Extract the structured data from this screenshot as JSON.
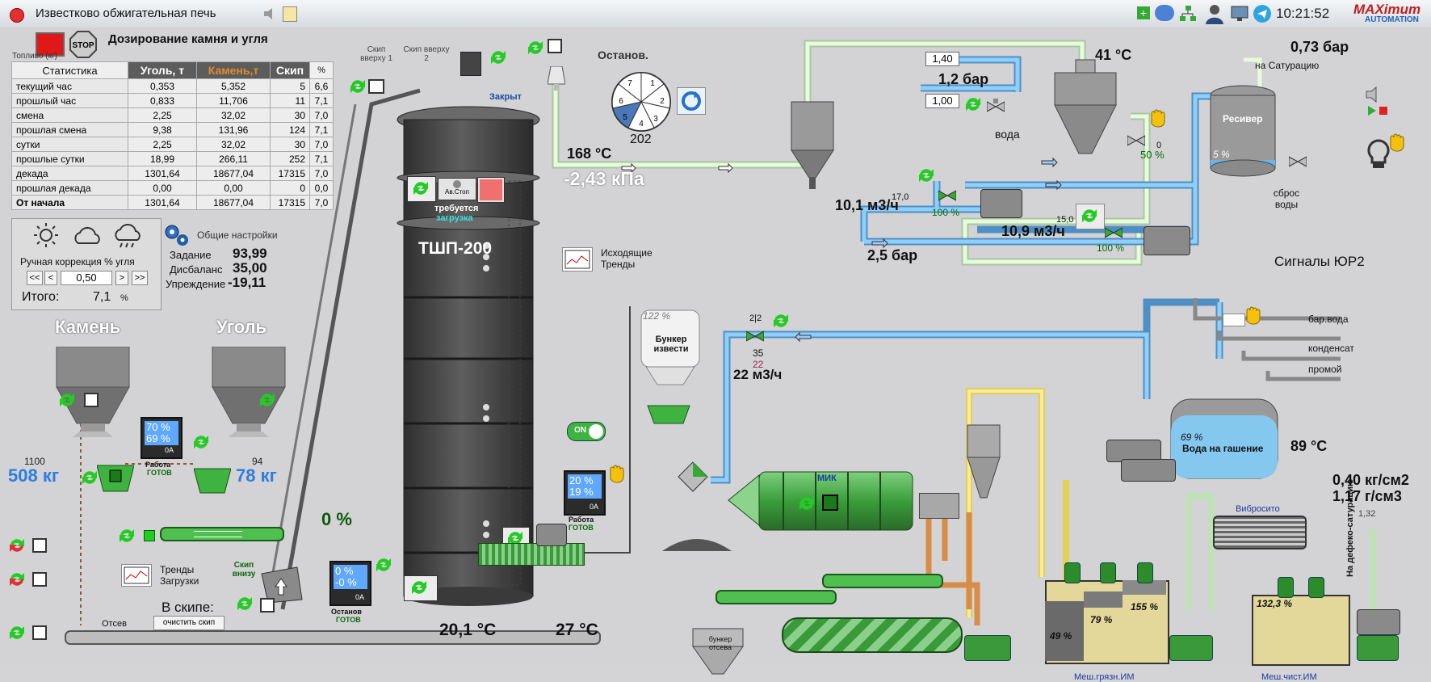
{
  "window": {
    "title": "Известково обжигательная печь",
    "clock": "10:21:52",
    "brand_line1": "MAXimum",
    "brand_line2": "AUTOMATION"
  },
  "header": {
    "dosing_title": "Дозирование камня и угля",
    "stop_label": "STOP",
    "fuel_label": "Топливо (кг)"
  },
  "stats": {
    "headers": [
      "Статистика",
      "Уголь, т",
      "Камень,т",
      "Скип",
      "%"
    ],
    "rows": [
      [
        "текущий час",
        "0,353",
        "5,352",
        "5",
        "6,6"
      ],
      [
        "прошлый час",
        "0,833",
        "11,706",
        "11",
        "7,1"
      ],
      [
        "смена",
        "2,25",
        "32,02",
        "30",
        "7,0"
      ],
      [
        "прошлая смена",
        "9,38",
        "131,96",
        "124",
        "7,1"
      ],
      [
        "сутки",
        "2,25",
        "32,02",
        "30",
        "7,0"
      ],
      [
        "прошлые сутки",
        "18,99",
        "266,11",
        "252",
        "7,1"
      ],
      [
        "декада",
        "1301,64",
        "18677,04",
        "17315",
        "7,0"
      ],
      [
        "прошлая декада",
        "0,00",
        "0,00",
        "0",
        "0,0"
      ],
      [
        "От начала",
        "1301,64",
        "18677,04",
        "17315",
        "7,0"
      ]
    ]
  },
  "correction": {
    "label": "Ручная коррекция % угля",
    "value": "0,50",
    "btn_ll": "<<",
    "btn_l": "<",
    "btn_r": ">",
    "btn_rr": ">>",
    "total_label": "Итого:",
    "total_value": "7,1",
    "total_unit": "%"
  },
  "settings": {
    "title": "Общие настройки",
    "task_label": "Задание",
    "task_value": "93,99",
    "imbalance_label": "Дисбаланс",
    "imbalance_value": "35,00",
    "lead_label": "Упреждение",
    "lead_value": "-19,11"
  },
  "dosing": {
    "stone_title": "Камень",
    "coal_title": "Уголь",
    "stone_weight_set": "1100",
    "stone_weight": "508 кг",
    "coal_weight_set": "94",
    "coal_weight": "78 кг",
    "scale_top": "70 %",
    "scale_bottom": "69 %",
    "scale_0a": "0А",
    "work_label": "Работа",
    "ready_label": "ГОТОВ",
    "conveyor_percent": "0 %"
  },
  "skip": {
    "up1": "Скип вверху 1",
    "up2": "Скип вверху 2",
    "closed": "Закрыт",
    "bottom": "Скип внизу",
    "in_skip_label": "В скипе:",
    "clear_skip": "очистить скип",
    "trends_load": "Тренды Загрузки",
    "siftings": "Отсев"
  },
  "kiln": {
    "name": "ТШП-200",
    "ae_stop": "Ав.Стоп",
    "required": "требуется",
    "loading": "загрузка",
    "temp_bottom1": "20,1 °C",
    "temp_bottom2": "27 °C",
    "stop_pct_top": "0 %",
    "stop_pct_bottom": "-0 %",
    "stop_0a": "0А",
    "stop_label": "Останов",
    "stop_ready": "ГОТОВ",
    "feed_pct_top": "20 %",
    "feed_pct_bottom": "19 %",
    "feed_0a": "0А"
  },
  "gas": {
    "temp": "168 °C",
    "pressure": "-2,43 кПа",
    "stopped_label": "Останов.",
    "dial_numbers": [
      "1",
      "2",
      "3",
      "4",
      "5",
      "6",
      "7"
    ],
    "dial_value": "202",
    "outgoing_trends": "Исходящие Тренды"
  },
  "water": {
    "set1": "1,40",
    "set2": "1,00",
    "pressure1": "1,2 бар",
    "water_label": "вода",
    "temp_sep": "41 °C",
    "valve_pct": "50 %",
    "valve_zero": "0",
    "flow1": "10,1 м3/ч",
    "flow1_set": "17,0",
    "flow1_pct": "100 %",
    "flow2": "10,9 м3/ч",
    "flow2_set": "15,0",
    "flow2_pct": "100 %",
    "pressure_in": "2,5 бар",
    "receiver": "Ресивер",
    "receiver_pct": "5 %",
    "receiver_pressure": "0,73 бар",
    "to_saturation": "на Сатурацию",
    "drain": "сброс воды",
    "signals": "Сигналы ЮР2"
  },
  "lime": {
    "bunker_pct": "122 %",
    "bunker_name": "Бункер извести",
    "flow_set": "2|2",
    "flow_val": "35",
    "flow_sub": "22",
    "flow": "22 м3/ч",
    "on_label": "ON",
    "mik_label": "МИК",
    "bunker_sift": "бункер отсева"
  },
  "slaking": {
    "bar_water": "бар.вода",
    "condensate": "конденсат",
    "flush": "промой",
    "tank_pct": "69 %",
    "tank_name": "Вода на гашение",
    "tank_temp": "89 °C",
    "density1": "0,40 кг/см2",
    "density2": "1,17 г/см3",
    "to_defeco_label": "На дефеко-сатурацию",
    "to_defeco_val": "1,32",
    "vibro": "Вибросито",
    "mixer_dirty": "Меш.грязн.ИМ",
    "mixer_dirty_pcts": [
      "49 %",
      "79 %",
      "155 %"
    ],
    "mixer_clean": "Меш.чист.ИМ",
    "mixer_clean_pct": "132,3 %"
  },
  "colors": {
    "pipe_water": "#6ab4ea",
    "pipe_gas": "#d8f5c8",
    "pipe_yellow": "#f4e06a",
    "pipe_orange": "#e6a060",
    "green_equipment": "#2aa02a",
    "title_blue": "#2e7de0"
  }
}
